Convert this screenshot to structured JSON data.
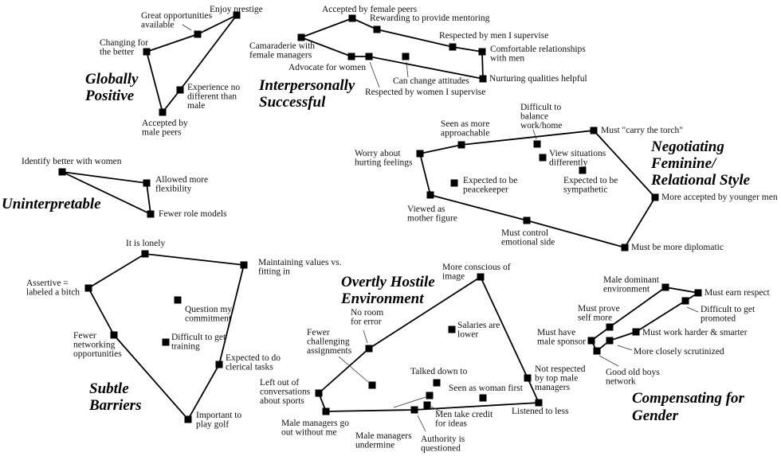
{
  "clusters": [
    {
      "id": "globally-positive",
      "title": [
        "Globally",
        "Positive"
      ],
      "items": [
        [
          "Enjoy prestige"
        ],
        [
          "Great opportunities",
          "available"
        ],
        [
          "Changing for",
          "the better"
        ],
        [
          "Experience no",
          "different than",
          "male"
        ],
        [
          "Accepted by",
          "male peers"
        ]
      ]
    },
    {
      "id": "interpersonally-successful",
      "title": [
        "Interpersonally",
        "Successful"
      ],
      "items": [
        [
          "Camaraderie with",
          "female managers"
        ],
        [
          "Accepted by female peers"
        ],
        [
          "Rewarding to provide mentoring"
        ],
        [
          "Respected by men I supervise"
        ],
        [
          "Comfortable relationships",
          "with men"
        ],
        [
          "Advocate for women"
        ],
        [
          "Respected by women I supervise"
        ],
        [
          "Can change attitudes"
        ],
        [
          "Nurturing qualities helpful"
        ]
      ]
    },
    {
      "id": "negotiating-feminine-relational-style",
      "title": [
        "Negotiating",
        "Feminine/",
        "Relational Style"
      ],
      "items": [
        [
          "Worry about",
          "hurting feelings"
        ],
        [
          "Seen as more",
          "approachable"
        ],
        [
          "Difficult to",
          "balance",
          "work/home"
        ],
        [
          "Must \"carry the torch\""
        ],
        [
          "View situations",
          "differently"
        ],
        [
          "Expected to be",
          "sympathetic"
        ],
        [
          "Expected to be",
          "peacekeeper"
        ],
        [
          "Viewed as",
          "mother figure"
        ],
        [
          "Must control",
          "emotional side"
        ],
        [
          "More accepted by younger men"
        ],
        [
          "Must be more diplomatic"
        ]
      ]
    },
    {
      "id": "uninterpretable",
      "title": [
        "Uninterpretable"
      ],
      "items": [
        [
          "Identify better with women"
        ],
        [
          "Allowed more",
          "flexibility"
        ],
        [
          "Fewer role models"
        ]
      ]
    },
    {
      "id": "subtle-barriers",
      "title": [
        "Subtle",
        "Barriers"
      ],
      "items": [
        [
          "It is lonely"
        ],
        [
          "Maintaining values vs.",
          "fitting in"
        ],
        [
          "Assertive =",
          "labeled a bitch"
        ],
        [
          "Question my",
          "commitment"
        ],
        [
          "Fewer",
          "networking",
          "opportunities"
        ],
        [
          "Difficult to get",
          "training"
        ],
        [
          "Expected to do",
          "clerical tasks"
        ],
        [
          "Important to",
          "play golf"
        ]
      ]
    },
    {
      "id": "overtly-hostile-environment",
      "title": [
        "Overtly Hostile",
        "Environment"
      ],
      "items": [
        [
          "More conscious of",
          "image"
        ],
        [
          "No room",
          "for error"
        ],
        [
          "Fewer",
          "challenging",
          "assignments"
        ],
        [
          "Salaries are",
          "lower"
        ],
        [
          "Left out of",
          "conversations",
          "about sports"
        ],
        [
          "Talked down to"
        ],
        [
          "Seen as woman first"
        ],
        [
          "Not respected",
          "by top male",
          "managers"
        ],
        [
          "Listened to less"
        ],
        [
          "Male managers",
          "undermine"
        ],
        [
          "Men take credit",
          "for ideas"
        ],
        [
          "Authority is",
          "questioned"
        ],
        [
          "Male managers go",
          "out without me"
        ]
      ]
    },
    {
      "id": "compensating-for-gender",
      "title": [
        "Compensating for",
        "Gender"
      ],
      "items": [
        [
          "Male dominant",
          "environment"
        ],
        [
          "Must earn respect"
        ],
        [
          "Difficult to get",
          "promoted"
        ],
        [
          "Must prove",
          "self more"
        ],
        [
          "Must have",
          "male sponsor"
        ],
        [
          "Must work harder & smarter"
        ],
        [
          "More closely scrutinized"
        ],
        [
          "Good old boys",
          "network"
        ]
      ]
    }
  ]
}
